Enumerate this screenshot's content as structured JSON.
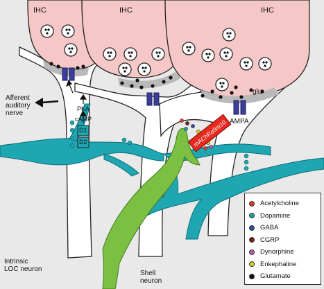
{
  "labels": {
    "ihc_1": "IHC",
    "ihc_2": "IHC",
    "ihc_3": "IHC",
    "afferent": [
      "Afferent",
      "auditory",
      "nerve"
    ],
    "pka": "PKA",
    "camp": "cAMP",
    "d1": "D1",
    "d2": "D2",
    "glu": "glu",
    "ampa": "AMPA",
    "receptor_box": "mAChRα9/α10",
    "intrinsic": [
      "Intrinsic",
      "LOC neuron"
    ],
    "shell": [
      "Shell",
      "neuron"
    ]
  },
  "legend": [
    {
      "label": "Acetylcholine",
      "color": "#e03b2f"
    },
    {
      "label": "Dopamine",
      "color": "#1fa0a8"
    },
    {
      "label": "GABA",
      "color": "#3a4aa0"
    },
    {
      "label": "CGRP",
      "color": "#7a1a1a"
    },
    {
      "label": "Dynorphine",
      "color": "#c05ab8"
    },
    {
      "label": "Enkephaline",
      "color": "#d8cf2a"
    },
    {
      "label": "Glutamate",
      "color": "#111111"
    }
  ],
  "colors": {
    "ihc_fill": "#f6c7c7",
    "afferent_fill": "#ffffff",
    "loc_fill": "#1ea7b3",
    "shell_fill": "#7cc043",
    "receptor": "#3b3f9a",
    "box_red": "#e8281e"
  }
}
